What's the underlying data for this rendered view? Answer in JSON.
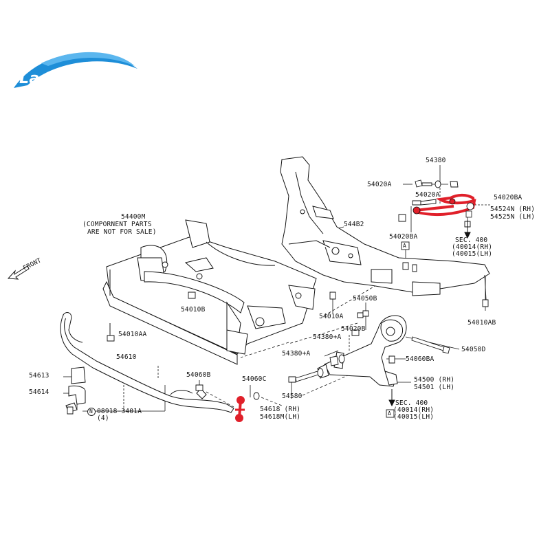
{
  "watermark": {
    "text": "Lan Yu Xuan",
    "color": "#1e8ed8"
  },
  "highlight_color": "#e0202a",
  "direction": {
    "front": "FRONT"
  },
  "labels": {
    "l54380": "54380",
    "l54020A_a": "54020A",
    "l54020A_b": "54020A",
    "l54020BA_a": "54020BA",
    "l54020BA_b": "54020BA",
    "l54524N": "54524N (RH)",
    "l54525N": "54525N (LH)",
    "l544B2": "544B2",
    "sec400_a": "SEC. 400",
    "sec400_a1": "(40014(RH)",
    "sec400_a2": "(40015(LH)",
    "box_A_a": "A",
    "l54400M": "54400M",
    "comp1": "(COMPORNENT PARTS",
    "comp2": "ARE NOT FOR SALE)",
    "l54010B": "54010B",
    "l54010A": "54010A",
    "l54050B": "54050B",
    "l54010AB": "54010AB",
    "l54010AA": "54010AA",
    "l54380A_a": "54380+A",
    "l54020B": "54020B",
    "l54050D": "54050D",
    "l54380A_b": "54380+A",
    "l54060BA": "54060BA",
    "l54610": "54610",
    "l54613": "54613",
    "l54614": "54614",
    "l54060B": "54060B",
    "l54060C": "54060C",
    "l54580": "54580",
    "l54500": "54500 (RH)",
    "l54501": "54501 (LH)",
    "box_A_b": "A",
    "sec400_b": "SEC. 400",
    "sec400_b1": "(40014(RH)",
    "sec400_b2": "(40015(LH)",
    "l08918": "08918-3401A",
    "l08918_qty": "(4)",
    "l54618": "54618  (RH)",
    "l54618M": "54618M(LH)",
    "circle_N": "N"
  }
}
